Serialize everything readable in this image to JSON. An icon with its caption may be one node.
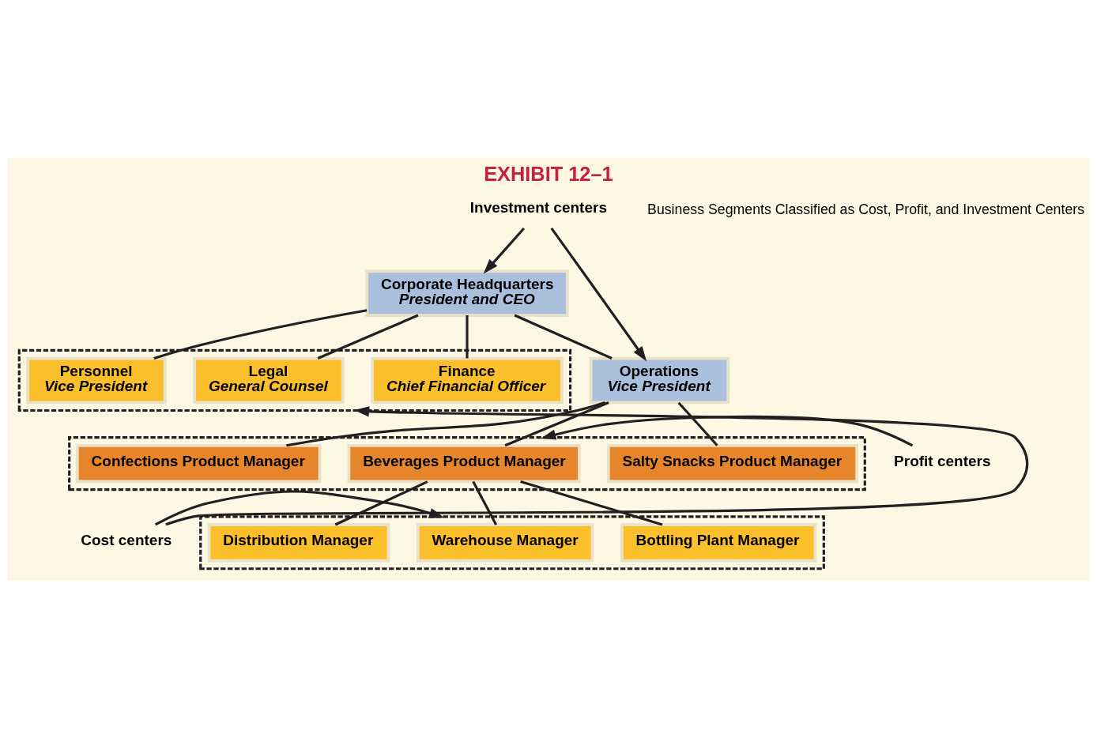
{
  "diagram": {
    "title": "EXHIBIT 12–1",
    "nodes": [
      {
        "text": [
          "Investment centers"
        ]
      },
      {
        "text": [
          "Corporate Headquarters",
          "President and CEO"
        ]
      },
      {
        "text": [
          "Operations",
          "Vice President"
        ]
      },
      {
        "text": [],
        "shape": "box"
      },
      {
        "text": [
          "Finance",
          "Chief Financial Officer"
        ],
        "in": 3
      },
      {
        "text": [
          "Legal",
          "General Counsel"
        ],
        "in": 3
      },
      {
        "text": [
          "Personnel",
          "Vice President"
        ],
        "in": 3
      },
      {
        "text": [
          "Profit centers"
        ]
      },
      {
        "text": [],
        "shape": "box"
      },
      {
        "text": [
          "Salty Snacks Product Manager"
        ],
        "in": 8
      },
      {
        "text": [
          "Beverages Product Manager"
        ],
        "in": 8
      },
      {
        "text": [
          "Confections Product Manager"
        ],
        "in": 8
      },
      {
        "text": [
          "Cost centers"
        ]
      },
      {
        "text": [],
        "shape": "box"
      },
      {
        "text": [
          "Bottling Plant Manager"
        ],
        "in": 13
      },
      {
        "text": [
          "Warehouse Manager"
        ],
        "in": 13
      },
      {
        "text": [
          "Distribution Manager"
        ],
        "in": 13
      }
    ],
    "edges": [
      {
        "from": 0,
        "to": 1,
        "arrow": "to"
      },
      {
        "from": 0,
        "to": 2,
        "arrow": "to"
      },
      {
        "from": 1,
        "to": 2,
        "arrow": "none"
      },
      {
        "from": 1,
        "to": 4,
        "arrow": "none"
      },
      {
        "from": 1,
        "to": 5,
        "arrow": "none"
      },
      {
        "from": 1,
        "to": 6,
        "arrow": "none"
      },
      {
        "from": 2,
        "to": 9,
        "arrow": "none"
      },
      {
        "from": 2,
        "to": 10,
        "arrow": "none"
      },
      {
        "from": 2,
        "to": 11,
        "arrow": "none"
      },
      {
        "from": 7,
        "to": 8,
        "arrow": "to"
      },
      {
        "from": 10,
        "to": 14,
        "arrow": "none"
      },
      {
        "from": 10,
        "to": 15,
        "arrow": "none"
      },
      {
        "from": 10,
        "to": 16,
        "arrow": "none"
      },
      {
        "from": 12,
        "to": 13,
        "arrow": "to"
      },
      {
        "from": 12,
        "to": 3,
        "arrow": "to"
      }
    ],
    "labels": [
      "Business Segments Classified as Cost, Profit, and Investment Centers"
    ]
  }
}
